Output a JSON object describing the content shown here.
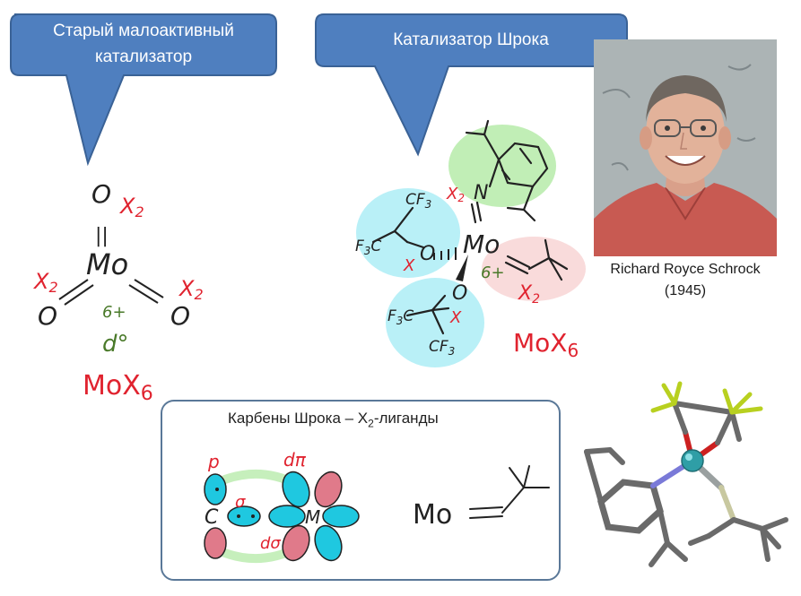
{
  "callouts": {
    "old_catalyst": "Старый малоактивный катализатор",
    "schrock_catalyst": "Катализатор Шрока"
  },
  "portrait": {
    "name": "Richard Royce Schrock",
    "years": "(1945)"
  },
  "left_structure": {
    "metal": "Mo",
    "oxygen_top": "O",
    "oxygen_left": "O",
    "oxygen_right": "O",
    "double_bond_top": "||",
    "x2_top": "X2",
    "x2_left": "X2",
    "x2_right": "X2",
    "charge": "6+",
    "d_count": "d°",
    "formula": "MoX6"
  },
  "schrock_structure": {
    "metal": "Mo",
    "x2_imido": "X2",
    "x_left": "X",
    "x_bottom": "X",
    "x2_right": "X2",
    "charge": "6+",
    "n": "N",
    "o1": "O",
    "o2": "O",
    "cf3_a": "CF3",
    "cf3_b": "F3C",
    "cf3_c": "F3C",
    "cf3_d": "CF3",
    "formula": "MoX6"
  },
  "carbene_box": {
    "title_main": "Карбены Шрока – X",
    "title_sub": "2",
    "title_tail": "-лиганды",
    "label_p": "p",
    "label_dpi": "dπ",
    "label_sigma": "σ",
    "label_dsigma": "dσ",
    "carbon": "C",
    "metal_center": "M",
    "mo_label": "Mo"
  },
  "colors": {
    "callout_fill": "#4f7fbf",
    "callout_stroke": "#3a6296",
    "red_ink": "#e0232f",
    "green_ink": "#4a7a2a",
    "cyan_lobe": "#1fc8e0",
    "pink_lobe": "#e07a8a",
    "box_stroke": "#5a7898"
  }
}
